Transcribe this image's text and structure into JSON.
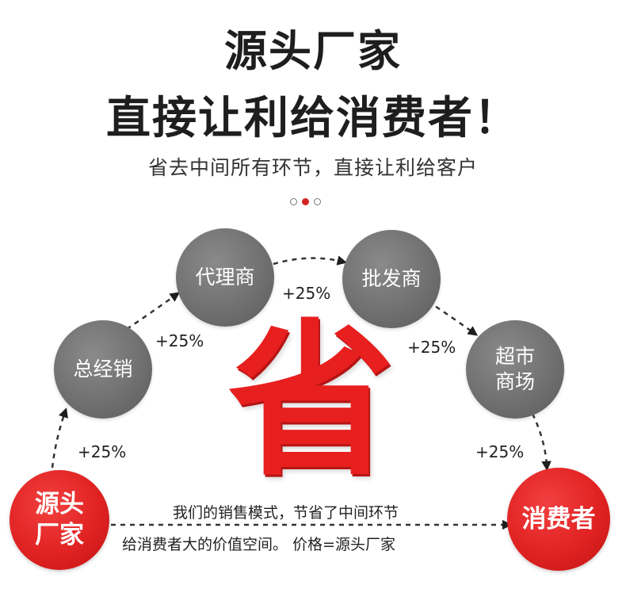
{
  "header": {
    "title_line1": "源头厂家",
    "title_line2": "直接让利给消费者！",
    "subtitle": "省去中间所有环节，直接让利给客户"
  },
  "carousel": {
    "dot_count": 3,
    "active_index": 1
  },
  "flow": {
    "source": "源头\n厂家",
    "distributor": "总经销",
    "agent": "代理商",
    "wholesaler": "批发商",
    "supermarket": "超市\n商场",
    "consumer": "消费者",
    "markups": {
      "source_to_distributor": "+25%",
      "distributor_to_agent": "+25%",
      "agent_to_wholesaler": "+25%",
      "wholesaler_to_supermarket": "+25%",
      "supermarket_to_consumer": "+25%"
    }
  },
  "center_char": "省",
  "bottom": {
    "line1": "我们的销售模式，节省了中间环节",
    "line2": "给消费者大的价值空间。 价格=源头厂家"
  },
  "colors": {
    "accent_red": "#e12222",
    "node_gray": "#6e6e6e",
    "title_dark": "#1e1e1e"
  }
}
